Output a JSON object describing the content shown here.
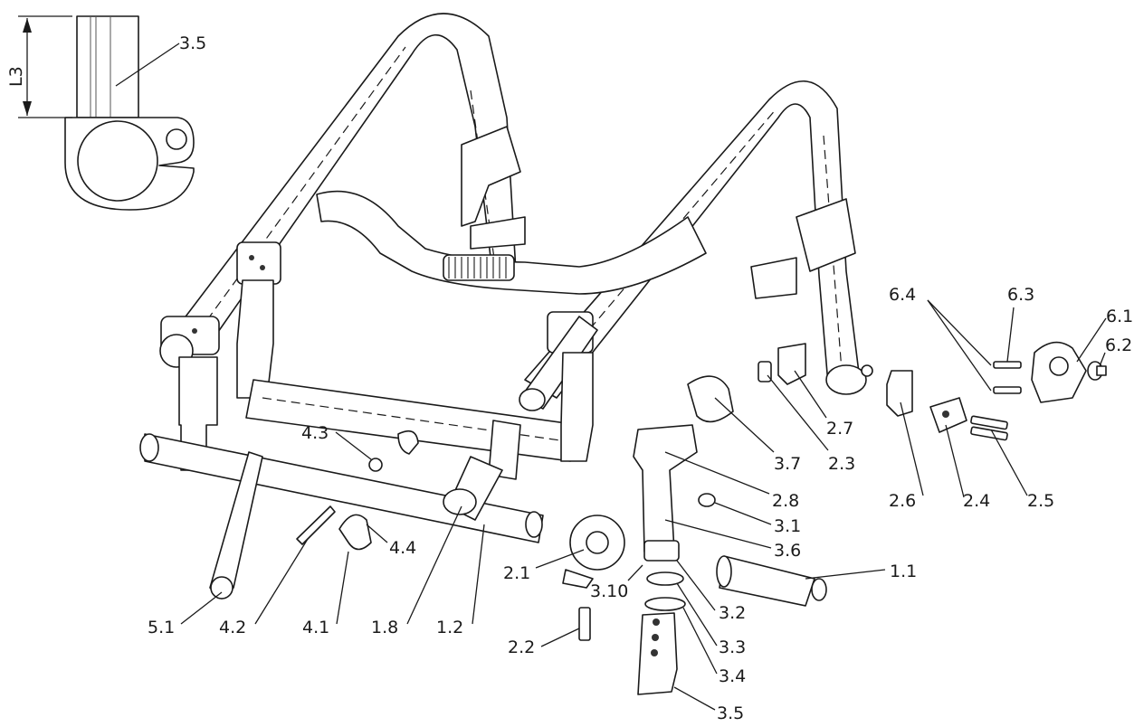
{
  "inset": {
    "dimension_label": "L3",
    "part_label": "3.5"
  },
  "callouts": [
    {
      "id": "c-3-5-top",
      "text": "3.5"
    },
    {
      "id": "c-6-4",
      "text": "6.4"
    },
    {
      "id": "c-6-3",
      "text": "6.3"
    },
    {
      "id": "c-6-1",
      "text": "6.1"
    },
    {
      "id": "c-6-2",
      "text": "6.2"
    },
    {
      "id": "c-2-7",
      "text": "2.7"
    },
    {
      "id": "c-2-3",
      "text": "2.3"
    },
    {
      "id": "c-3-7",
      "text": "3.7"
    },
    {
      "id": "c-4-3",
      "text": "4.3"
    },
    {
      "id": "c-2-8",
      "text": "2.8"
    },
    {
      "id": "c-3-1",
      "text": "3.1"
    },
    {
      "id": "c-3-6",
      "text": "3.6"
    },
    {
      "id": "c-2-6",
      "text": "2.6"
    },
    {
      "id": "c-2-4",
      "text": "2.4"
    },
    {
      "id": "c-2-5",
      "text": "2.5"
    },
    {
      "id": "c-4-4",
      "text": "4.4"
    },
    {
      "id": "c-2-1",
      "text": "2.1"
    },
    {
      "id": "c-3-10",
      "text": "3.10"
    },
    {
      "id": "c-1-1",
      "text": "1.1"
    },
    {
      "id": "c-3-2",
      "text": "3.2"
    },
    {
      "id": "c-5-1",
      "text": "5.1"
    },
    {
      "id": "c-4-2",
      "text": "4.2"
    },
    {
      "id": "c-4-1",
      "text": "4.1"
    },
    {
      "id": "c-1-8",
      "text": "1.8"
    },
    {
      "id": "c-1-2",
      "text": "1.2"
    },
    {
      "id": "c-2-2",
      "text": "2.2"
    },
    {
      "id": "c-3-3",
      "text": "3.3"
    },
    {
      "id": "c-3-4",
      "text": "3.4"
    },
    {
      "id": "c-3-5-bottom",
      "text": "3.5"
    }
  ]
}
